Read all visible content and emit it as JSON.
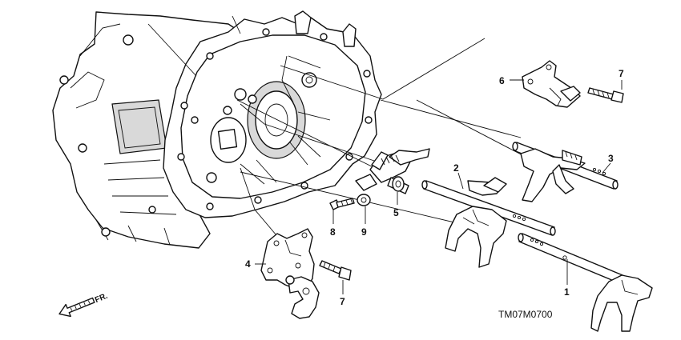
{
  "diagram_code": "TM07M0700",
  "direction_label": "FR.",
  "callouts": {
    "c1": "1",
    "c2": "2",
    "c3": "3",
    "c4": "4",
    "c5": "5",
    "c6": "6",
    "c7a": "7",
    "c7b": "7",
    "c8": "8",
    "c9": "9"
  }
}
